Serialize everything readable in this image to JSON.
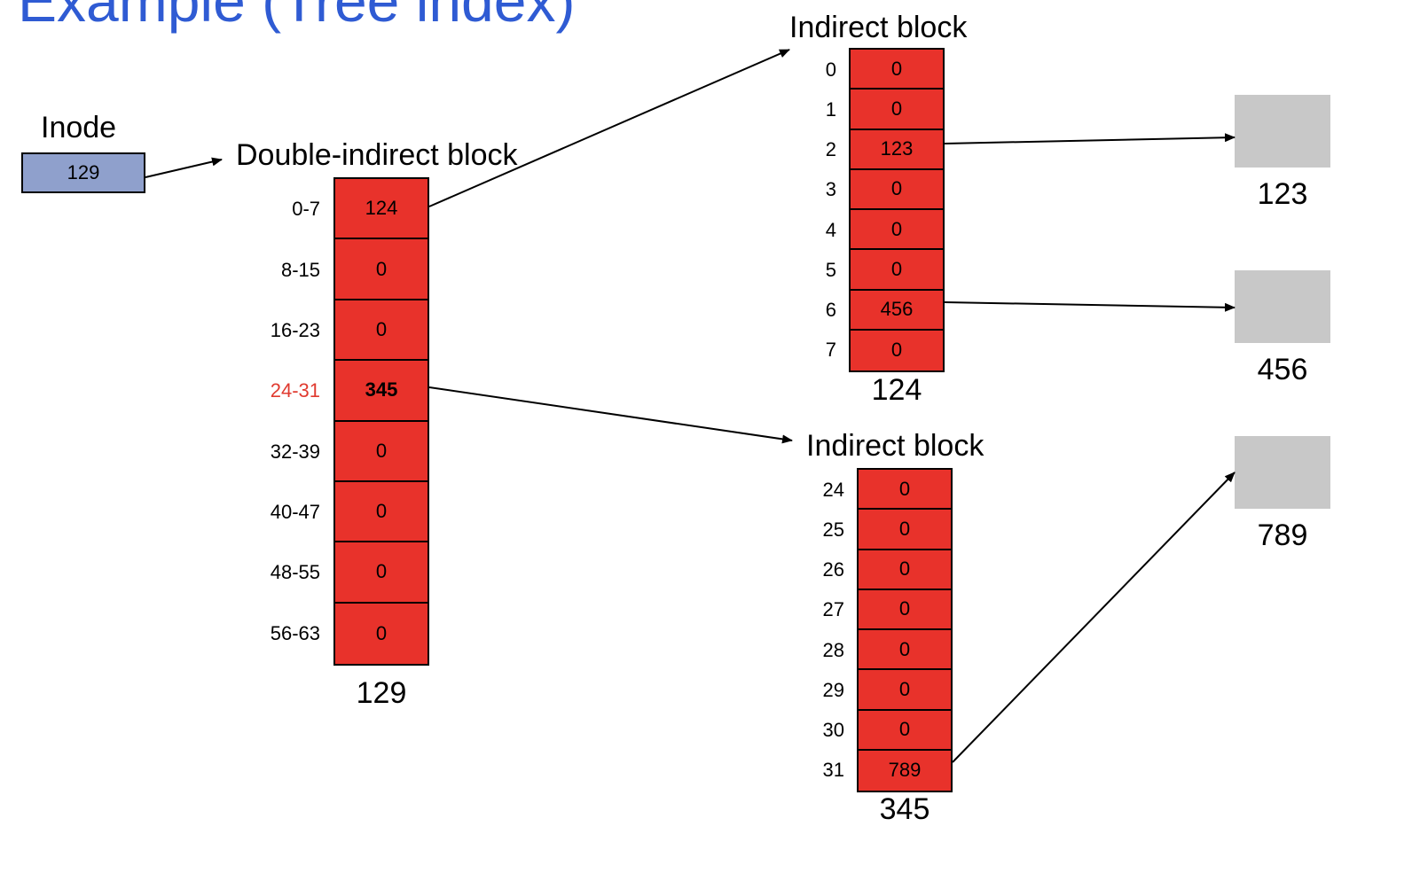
{
  "title": "Example (Tree index)",
  "inode": {
    "label": "Inode",
    "value": "129"
  },
  "double_indirect": {
    "label": "Double-indirect block",
    "block_number": "129",
    "ranges": [
      "0-7",
      "8-15",
      "16-23",
      "24-31",
      "32-39",
      "40-47",
      "48-55",
      "56-63"
    ],
    "values": [
      "124",
      "0",
      "0",
      "345",
      "0",
      "0",
      "0",
      "0"
    ],
    "highlight_range": "24-31",
    "highlight_color": "#e03a2f"
  },
  "indirect_a": {
    "label": "Indirect block",
    "block_number": "124",
    "indices": [
      "0",
      "1",
      "2",
      "3",
      "4",
      "5",
      "6",
      "7"
    ],
    "values": [
      "0",
      "0",
      "123",
      "0",
      "0",
      "0",
      "456",
      "0"
    ]
  },
  "indirect_b": {
    "label": "Indirect block",
    "block_number": "345",
    "indices": [
      "24",
      "25",
      "26",
      "27",
      "28",
      "29",
      "30",
      "31"
    ],
    "values": [
      "0",
      "0",
      "0",
      "0",
      "0",
      "0",
      "0",
      "789"
    ]
  },
  "data_blocks": [
    "123",
    "456",
    "789"
  ],
  "colors": {
    "title": "#2f5bd3",
    "inode_fill": "#8fa0cc",
    "block_fill": "#e8322b",
    "data_block_fill": "#c8c8c8"
  }
}
